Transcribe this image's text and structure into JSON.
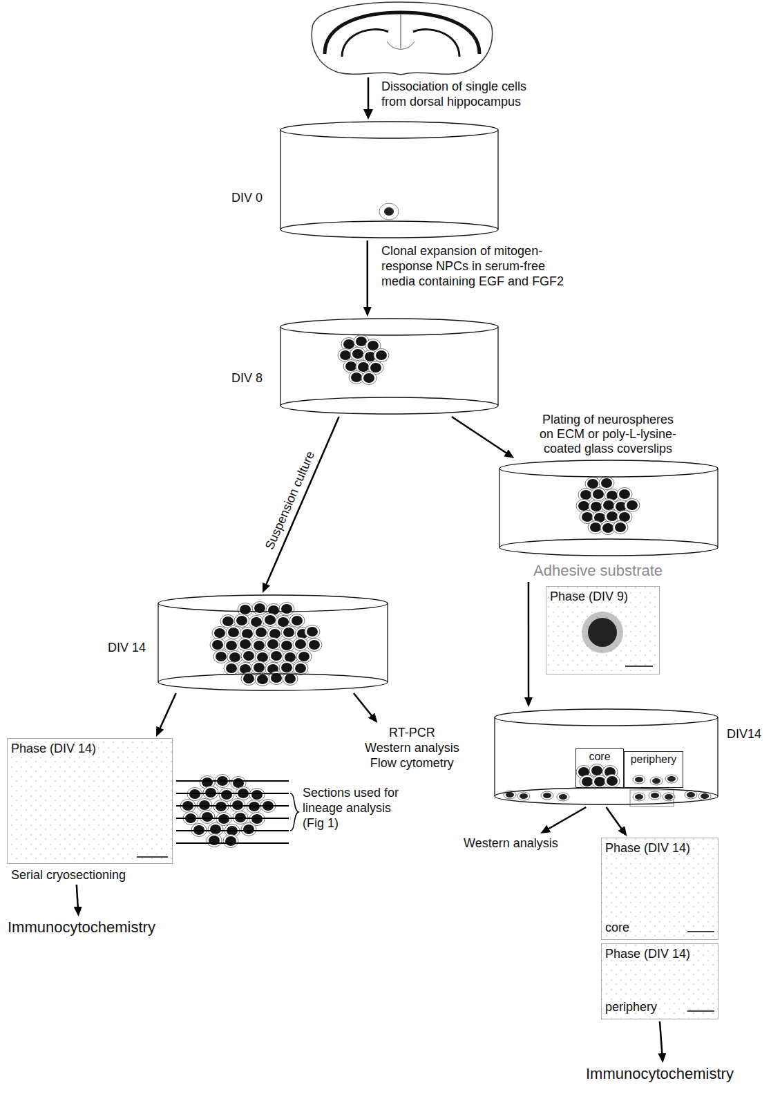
{
  "diagram": {
    "nodes": [
      {
        "text": [
          "DIV 0"
        ]
      },
      {
        "text": [
          "DIV 8"
        ]
      },
      {
        "text": [
          "Adhesive substrate"
        ]
      },
      {
        "text": [
          "Phase (DIV 9)"
        ]
      },
      {
        "text": [
          "DIV 14"
        ]
      },
      {
        "text": [
          "DIV14"
        ]
      },
      {
        "text": [
          "core"
        ],
        "in": 5
      },
      {
        "text": [
          "periphery"
        ],
        "in": 5
      },
      {
        "text": [
          "Phase (DIV 14)",
          "Serial cryosectioning"
        ]
      },
      {
        "text": [
          "RT-PCR",
          "Western analysis",
          "Flow cytometry"
        ]
      },
      {
        "text": [
          "Immunocytochemistry"
        ]
      },
      {
        "text": [
          "Western analysis"
        ]
      },
      {
        "text": [
          "Phase (DIV 14)",
          "core"
        ]
      },
      {
        "text": [
          "Phase (DIV 14)",
          "periphery"
        ]
      },
      {
        "text": [
          "Immunocytochemistry"
        ]
      }
    ],
    "edges": [
      {
        "from": 0,
        "to": 1,
        "arrow": "to",
        "label": "Clonal expansion of mitogen-response NPCs in serum-free media containing EGF and FGF2"
      },
      {
        "from": 1,
        "to": 4,
        "arrow": "to",
        "label": "Suspension culture"
      },
      {
        "from": 1,
        "to": 2,
        "arrow": "to",
        "label": "Plating of neurospheres on ECM or poly-L-lysine-coated glass coverslips"
      },
      {
        "from": 2,
        "to": 5,
        "arrow": "to"
      },
      {
        "from": 4,
        "to": 8,
        "arrow": "to"
      },
      {
        "from": 4,
        "to": 9,
        "arrow": "to"
      },
      {
        "from": 8,
        "to": 10,
        "arrow": "to"
      },
      {
        "from": 5,
        "to": 11,
        "arrow": "to"
      },
      {
        "from": 5,
        "to": 12,
        "arrow": "to"
      },
      {
        "from": 13,
        "to": 14,
        "arrow": "to"
      }
    ],
    "labels": [
      "Dissociation of single cells from dorsal hippocampus",
      "Sections used for lineage analysis (Fig 1)"
    ]
  }
}
